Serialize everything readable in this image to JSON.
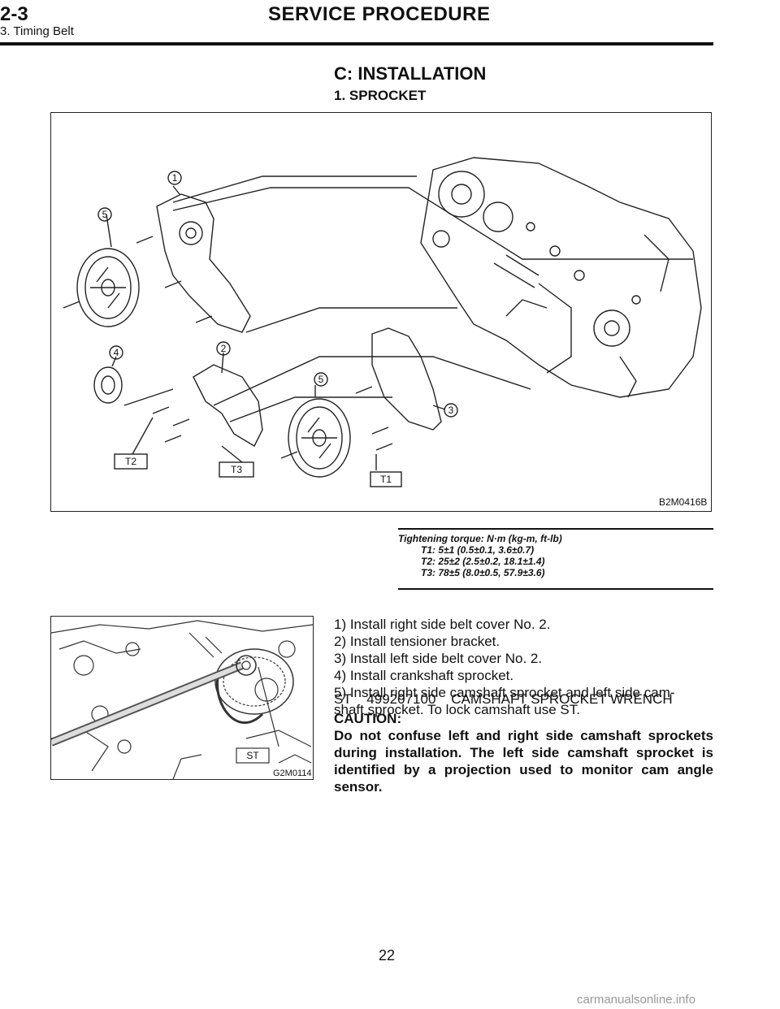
{
  "header": {
    "section_number": "2-3",
    "section_title": "SERVICE PROCEDURE",
    "subsection": "3. Timing Belt"
  },
  "heading": "C: INSTALLATION",
  "subheading": "1. SPROCKET",
  "figure1": {
    "code": "B2M0416B",
    "callouts": [
      "1",
      "2",
      "3",
      "4",
      "5",
      "5"
    ],
    "torque_labels": [
      "T1",
      "T2",
      "T3"
    ]
  },
  "torque_box": {
    "heading": "Tightening torque: N·m (kg-m, ft-lb)",
    "rows": [
      "T1: 5±1 (0.5±0.1, 3.6±0.7)",
      "T2: 25±2 (2.5±0.2, 18.1±1.4)",
      "T3: 78±5 (8.0±0.5, 57.9±3.6)"
    ]
  },
  "figure2": {
    "code": "G2M0114",
    "label": "ST"
  },
  "steps": [
    "1) Install right side belt cover No. 2.",
    "2) Install tensioner bracket.",
    "3) Install left side belt cover No. 2.",
    "4) Install crankshaft sprocket.",
    "5) Install right side camshaft sprocket and left side cam-",
    "shaft sprocket. To lock camshaft use ST."
  ],
  "special_tool": "ST    499207100    CAMSHAFT SPROCKET WRENCH",
  "caution": {
    "title": "CAUTION:",
    "text": "Do not confuse left and right side camshaft sprockets during installation. The left side camshaft sprocket is identified by a projection used to monitor cam angle sensor."
  },
  "page_number": "22",
  "watermark": "carmanualsonline.info"
}
